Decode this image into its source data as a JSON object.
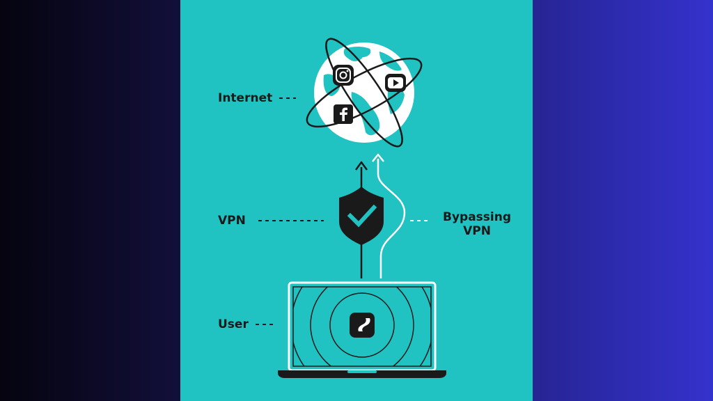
{
  "labels": {
    "internet": "Internet",
    "vpn": "VPN",
    "bypassing_line1": "Bypassing",
    "bypassing_line2": "VPN",
    "user": "User"
  },
  "icons": {
    "top_left_on_globe": "instagram-icon",
    "top_right_on_globe": "youtube-icon",
    "left_on_globe": "facebook-icon",
    "shield": "shield-check-icon",
    "laptop_logo": "surfshark-logo-icon"
  },
  "colors": {
    "panel": "#21c2c2",
    "ink": "#1a1a1a",
    "white": "#ffffff"
  }
}
